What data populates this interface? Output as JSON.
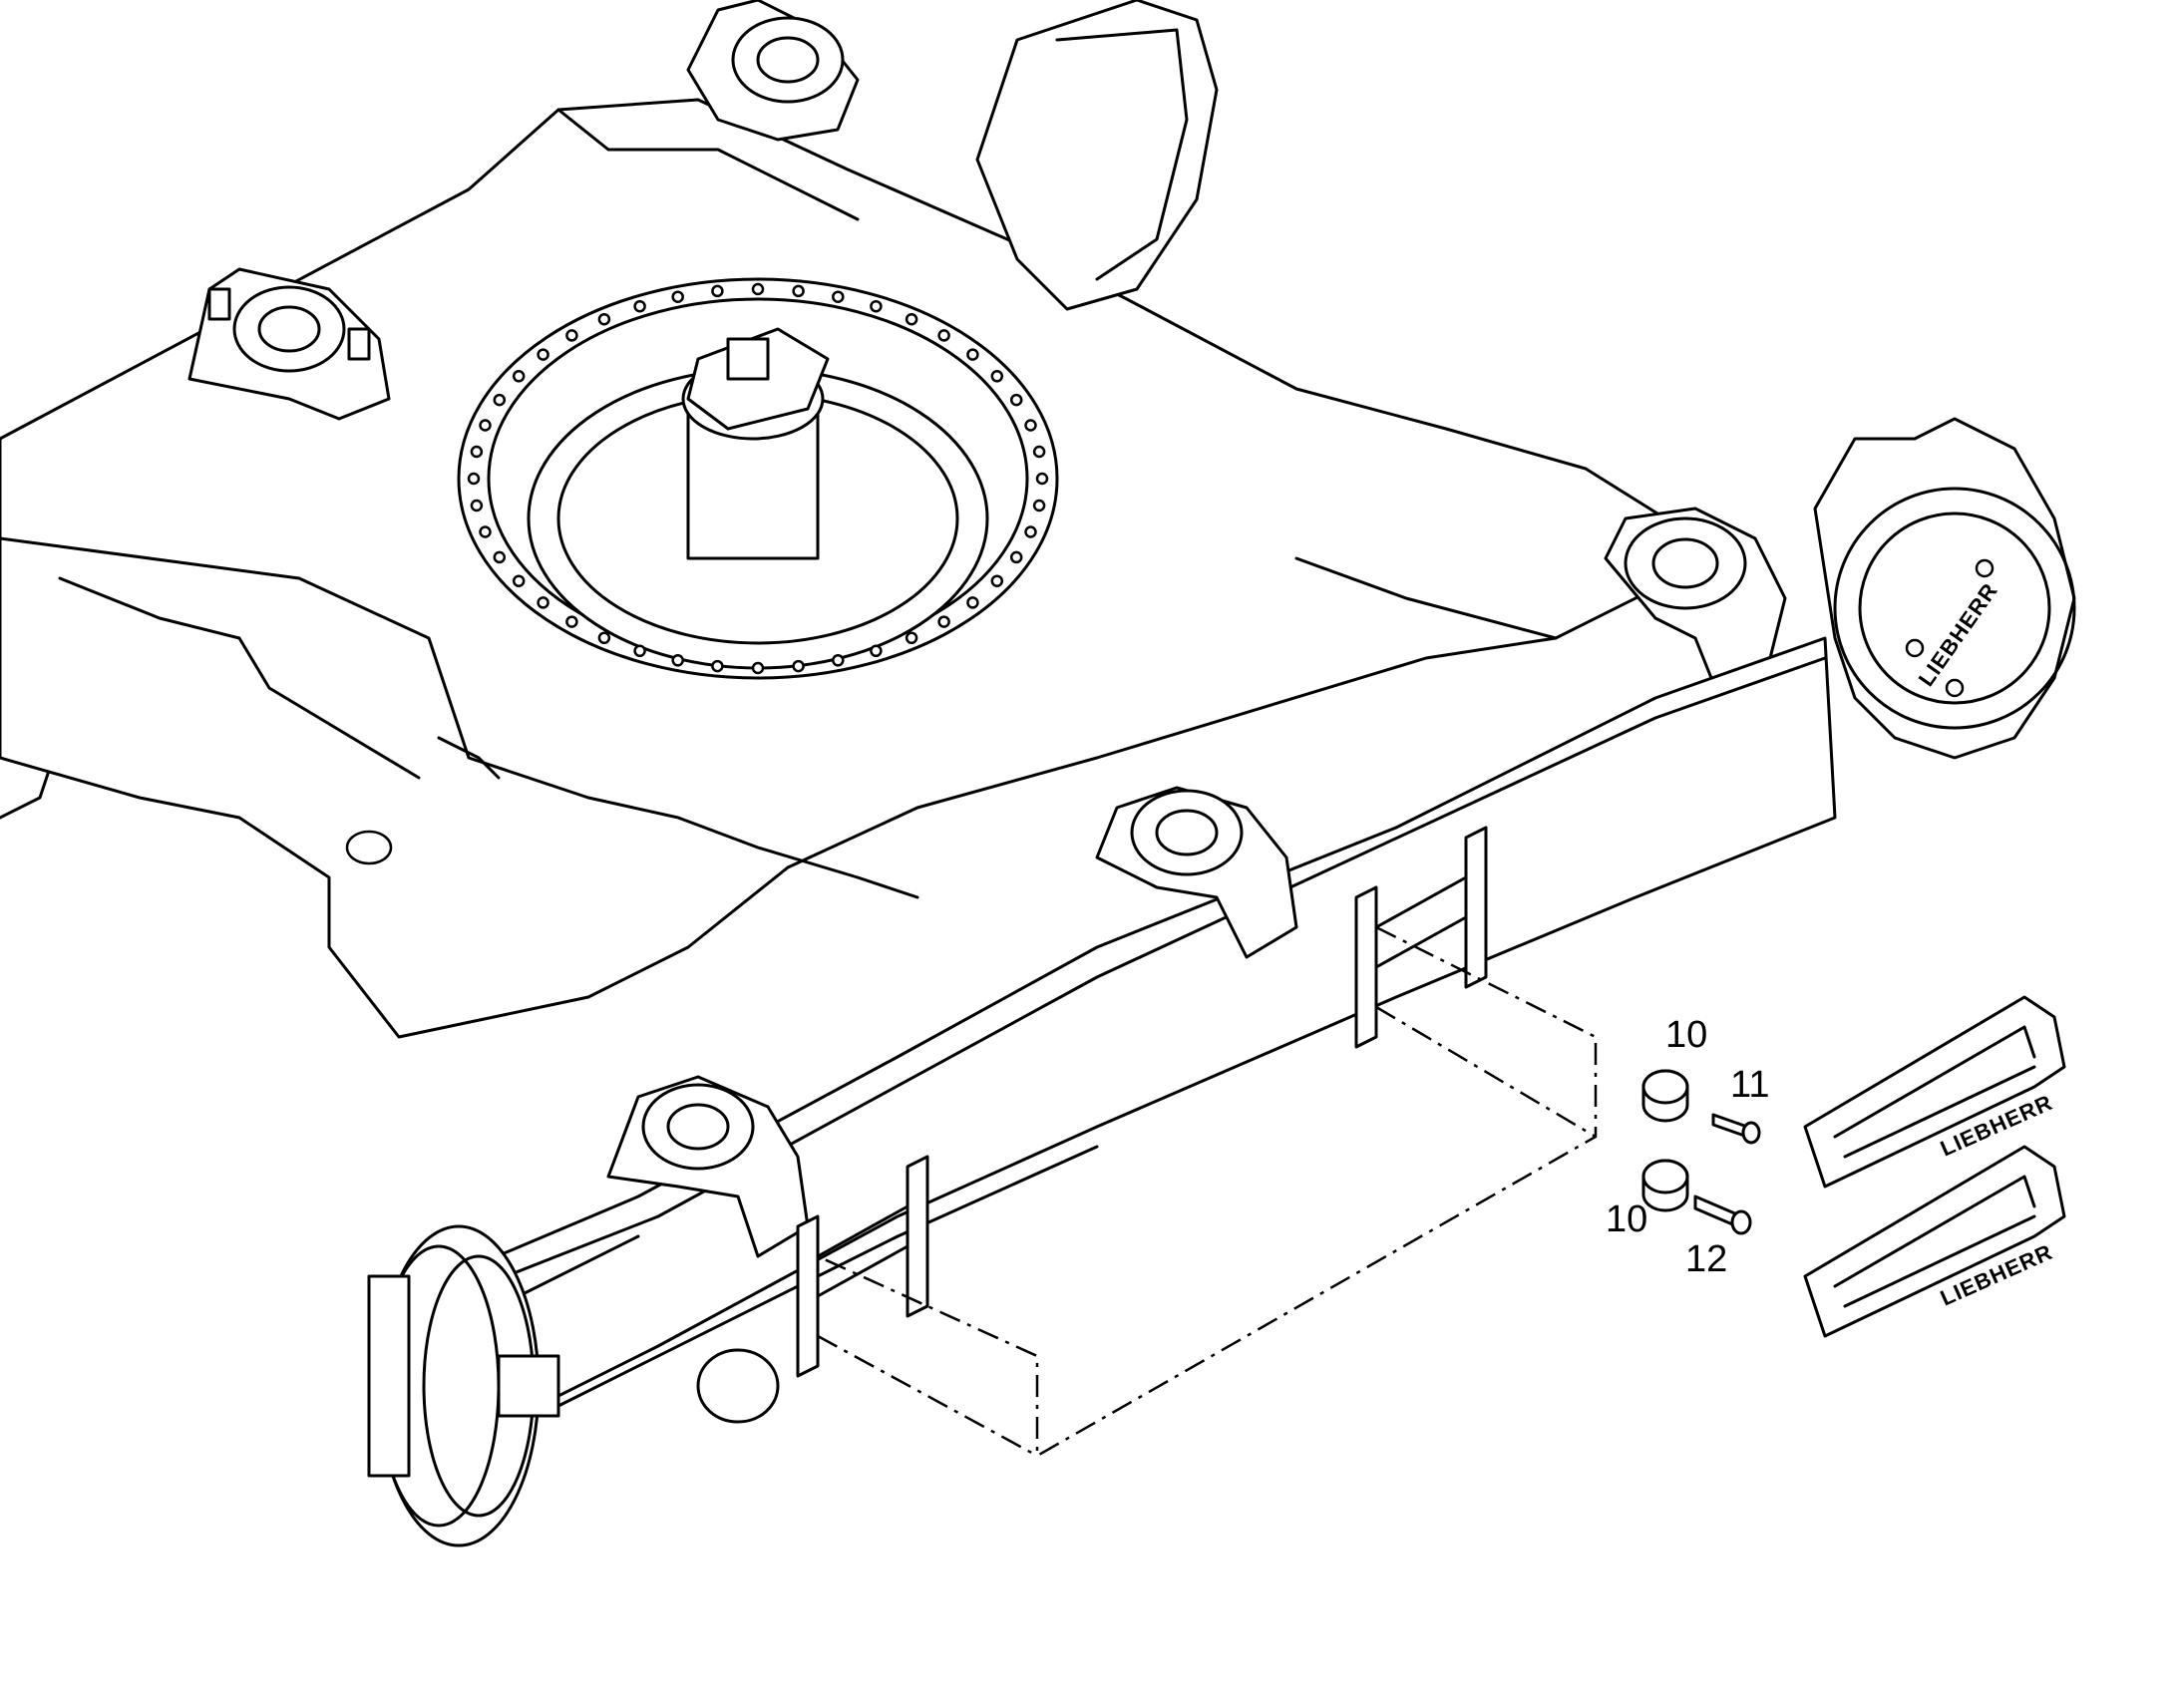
{
  "callouts": {
    "spacer_upper": "10",
    "screw_upper": "11",
    "spacer_lower": "10",
    "screw_lower": "12"
  },
  "branding": {
    "sprocket_logo": "LIEBHERR",
    "guard_logo_upper": "LIEBHERR",
    "guard_logo_lower": "LIEBHERR"
  },
  "colors": {
    "line": "#000000",
    "background": "#ffffff"
  }
}
